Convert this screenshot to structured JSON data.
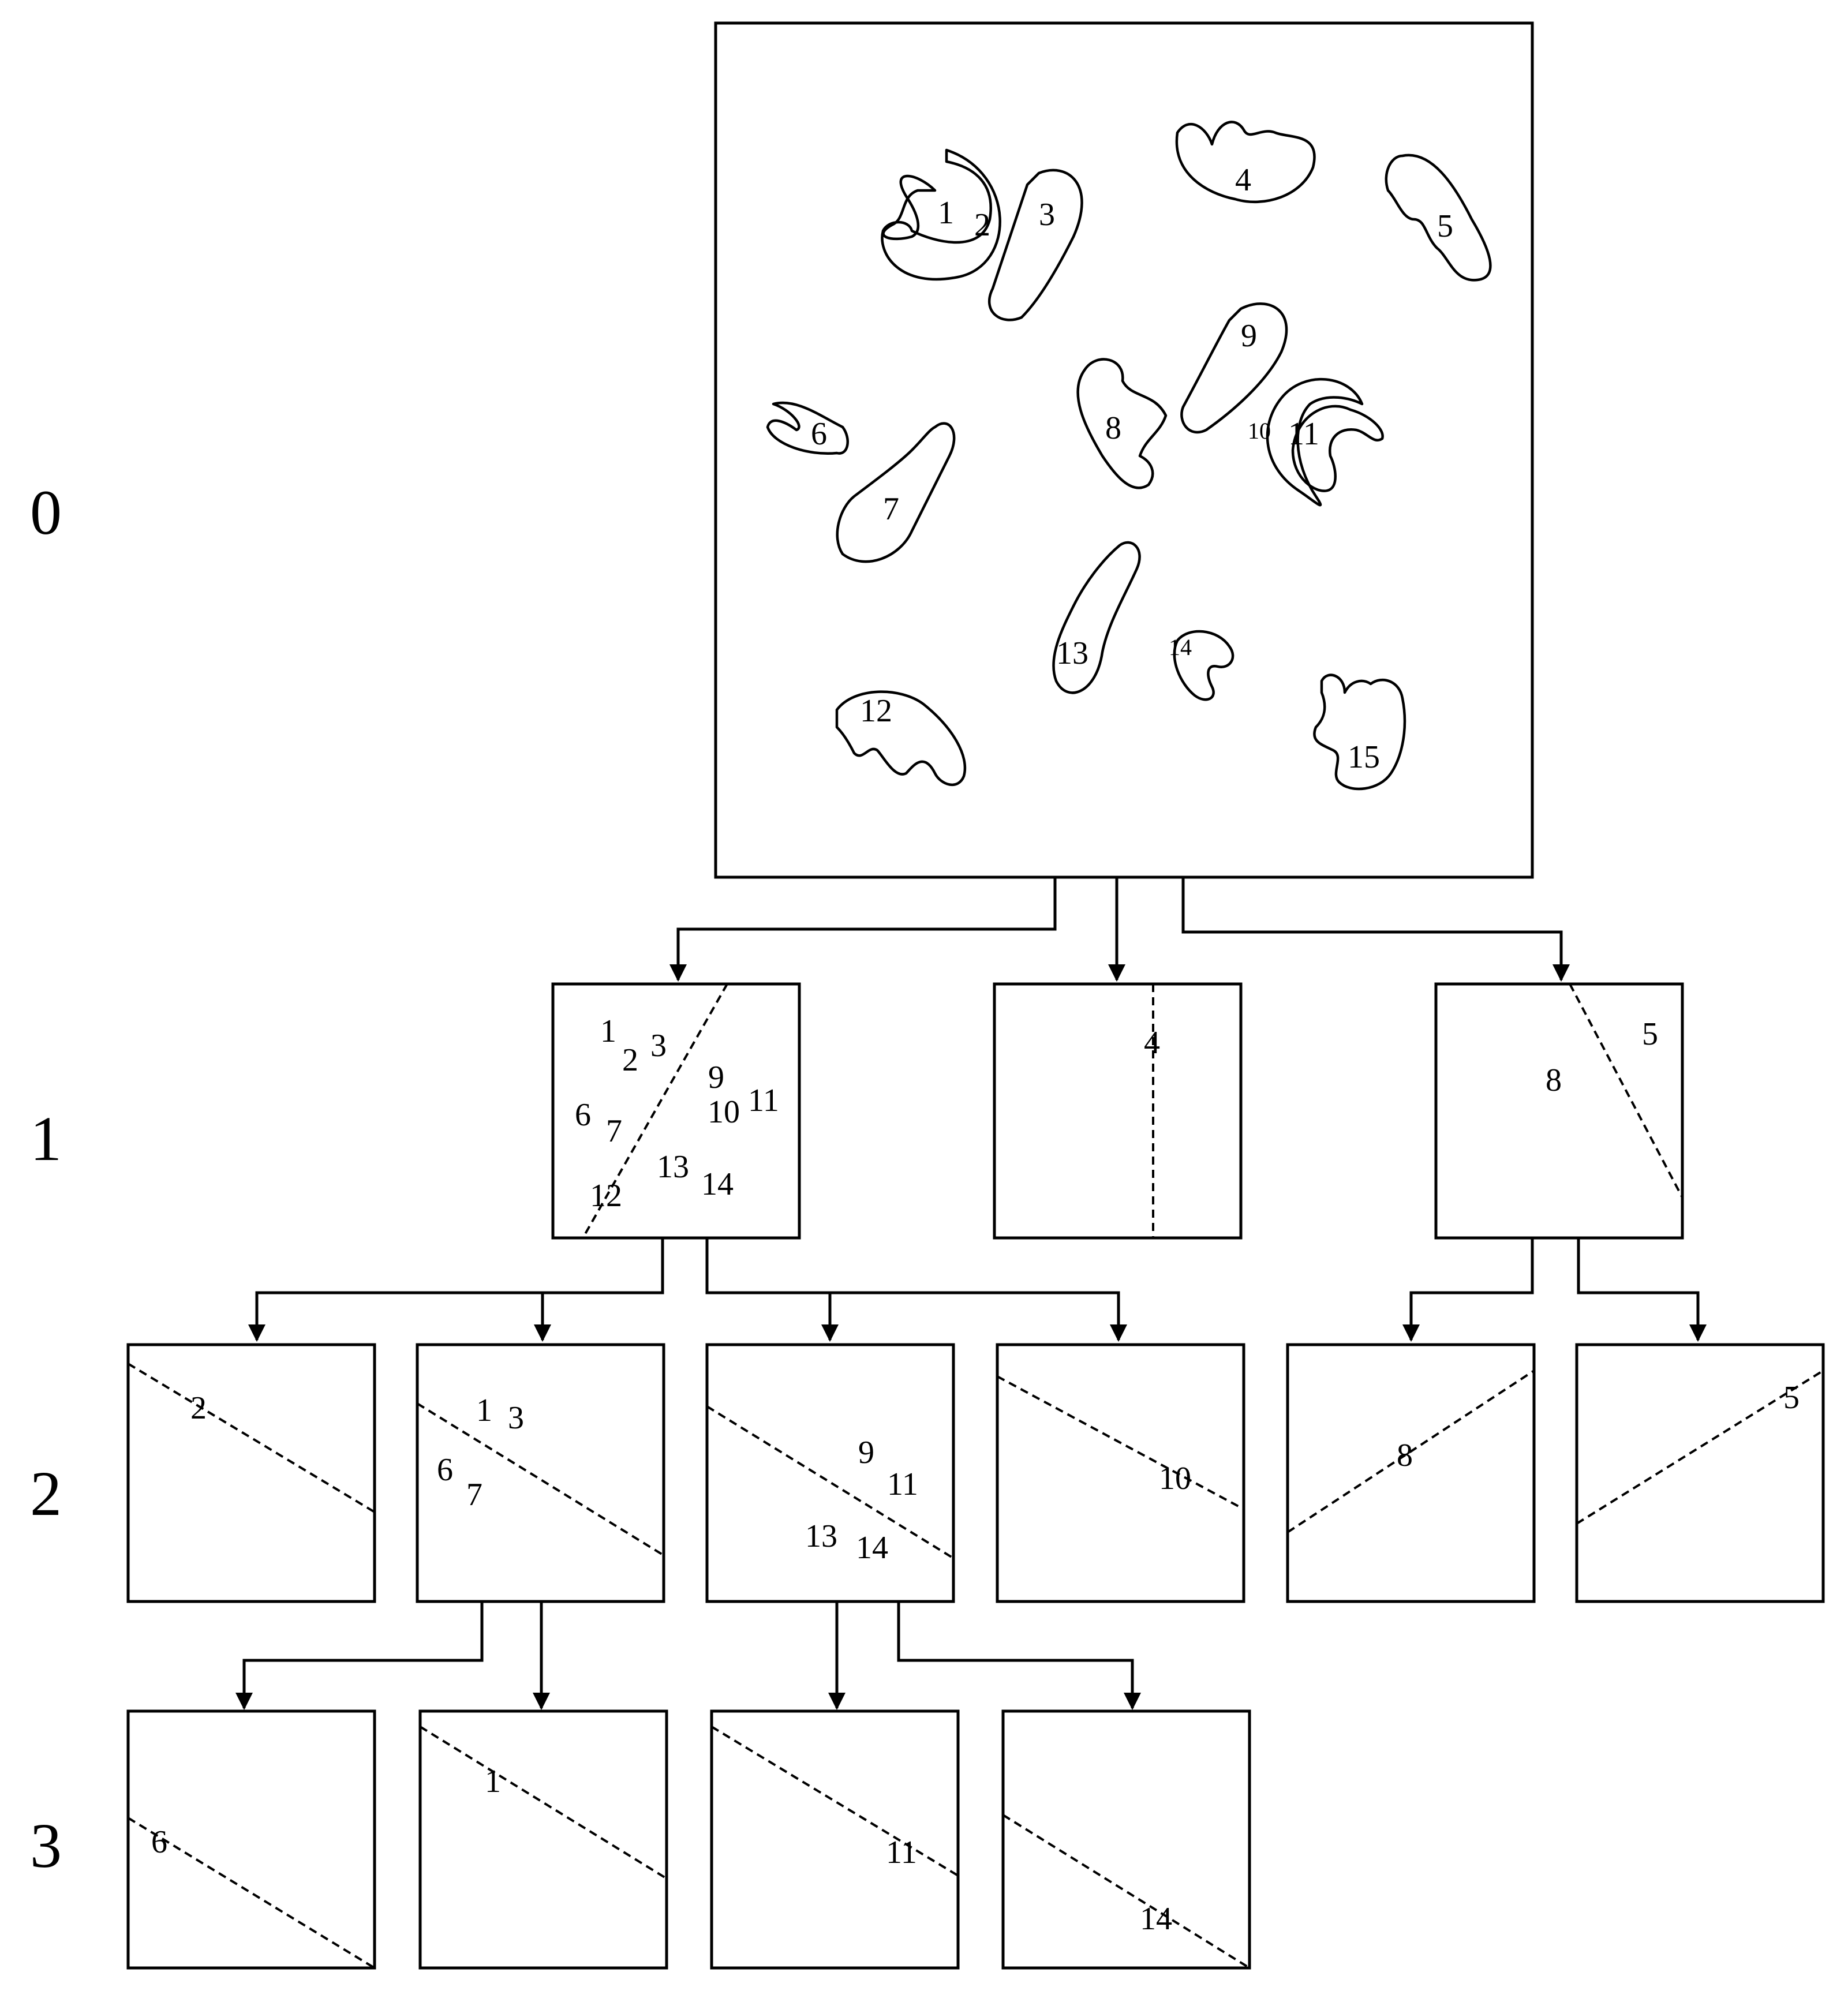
{
  "levels": [
    "0",
    "1",
    "2",
    "3"
  ],
  "root_objects": [
    "1",
    "2",
    "3",
    "4",
    "5",
    "6",
    "7",
    "8",
    "9",
    "10",
    "11",
    "12",
    "13",
    "14",
    "15"
  ],
  "level1": {
    "left": [
      "1",
      "2",
      "3",
      "9",
      "6",
      "7",
      "10",
      "11",
      "13",
      "12",
      "14"
    ],
    "middle": [
      "4"
    ],
    "right": [
      "5",
      "8"
    ]
  },
  "level2": [
    [
      "2"
    ],
    [
      "1",
      "3",
      "6",
      "7"
    ],
    [
      "9",
      "11",
      "13",
      "14"
    ],
    [
      "10"
    ],
    [
      "8"
    ],
    [
      "5"
    ]
  ],
  "level3": [
    [
      "6"
    ],
    [
      "1"
    ],
    [
      "11"
    ],
    [
      "14"
    ]
  ]
}
